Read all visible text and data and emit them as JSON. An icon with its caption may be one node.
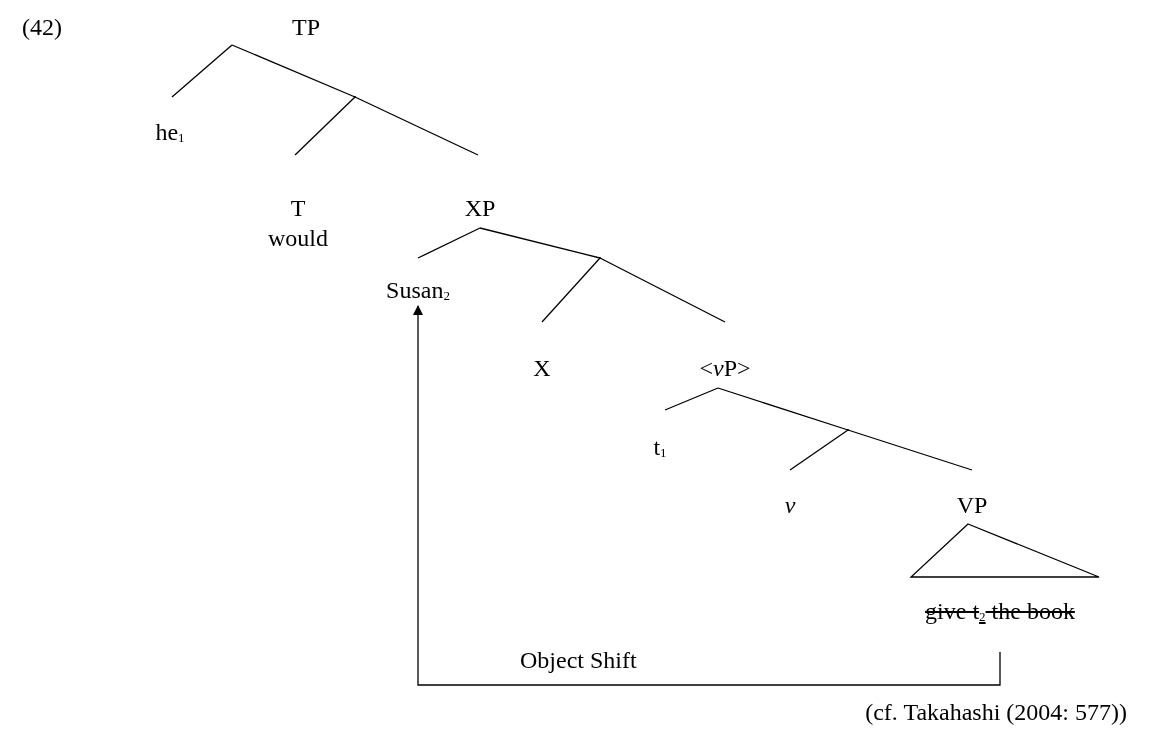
{
  "diagram": {
    "caption": "(cf. Takahashi (2004: 577))",
    "nodes": [
      {
        "text": [
          "TP"
        ]
      },
      {
        "text": [
          "he$_{1}$"
        ]
      },
      {
        "text": [],
        "shape": "point"
      },
      {
        "text": [
          "T",
          "would"
        ]
      },
      {
        "text": [
          "XP"
        ]
      },
      {
        "text": [
          "Susan$_{2}$"
        ]
      },
      {
        "text": [],
        "shape": "point"
      },
      {
        "text": [
          "X"
        ]
      },
      {
        "text": [
          "<vP>"
        ]
      },
      {
        "text": [
          "t$_{1}$"
        ]
      },
      {
        "text": [],
        "shape": "point"
      },
      {
        "text": [
          "v"
        ]
      },
      {
        "text": [
          "VP"
        ]
      },
      {
        "text": [],
        "shape": "triangle"
      },
      {
        "text": [
          "give t$_{2}$ the book"
        ]
      }
    ],
    "edges": [
      {
        "from": 0,
        "to": 1,
        "arrow": "none"
      },
      {
        "from": 0,
        "to": 2,
        "arrow": "none"
      },
      {
        "from": 2,
        "to": 3,
        "arrow": "none"
      },
      {
        "from": 2,
        "to": 4,
        "arrow": "none"
      },
      {
        "from": 4,
        "to": 5,
        "arrow": "none"
      },
      {
        "from": 4,
        "to": 6,
        "arrow": "none"
      },
      {
        "from": 6,
        "to": 7,
        "arrow": "none"
      },
      {
        "from": 6,
        "to": 8,
        "arrow": "none"
      },
      {
        "from": 8,
        "to": 9,
        "arrow": "none"
      },
      {
        "from": 8,
        "to": 10,
        "arrow": "none"
      },
      {
        "from": 10,
        "to": 11,
        "arrow": "none"
      },
      {
        "from": 10,
        "to": 12,
        "arrow": "none"
      },
      {
        "from": 14,
        "to": 5,
        "arrow": "to",
        "label": "Object Shift"
      }
    ],
    "labels": [
      "(42)"
    ]
  }
}
